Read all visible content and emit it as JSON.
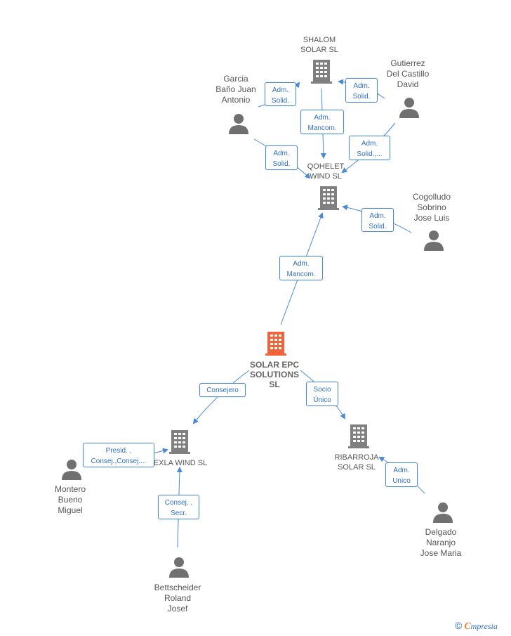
{
  "nodes": {
    "shalom": {
      "label": "SHALOM\nSOLAR SL"
    },
    "garcia": {
      "label": "Garcia\nBaño Juan\nAntonio"
    },
    "gutierrez": {
      "label": "Gutierrez\nDel Castillo\nDavid"
    },
    "qohelet": {
      "label": "QOHELET\nWIND  SL"
    },
    "cogolludo": {
      "label": "Cogolludo\nSobrino\nJose Luis"
    },
    "solar_epc": {
      "label": "SOLAR EPC\nSOLUTIONS\nSL"
    },
    "exla": {
      "label": "EXLA WIND SL"
    },
    "ribarroja": {
      "label": "RIBARROJA\nSOLAR SL"
    },
    "montero": {
      "label": "Montero\nBueno\nMiguel"
    },
    "delgado": {
      "label": "Delgado\nNaranjo\nJose Maria"
    },
    "bettscheider": {
      "label": "Bettscheider\nRoland\nJosef"
    }
  },
  "relations": {
    "garcia_shalom": "Adm.\nSolid.",
    "gutierrez_shalom": "Adm.\nSolid.",
    "shalom_qohelet": "Adm.\nMancom.",
    "garcia_qohelet": "Adm.\nSolid.",
    "gutierrez_qohelet": "Adm.\nSolid.,...",
    "cogolludo_qohelet": "Adm.\nSolid.",
    "solar_qohelet": "Adm.\nMancom.",
    "solar_exla": "Consejero",
    "solar_ribarroja": "Socio\nÚnico",
    "montero_exla": "Presid. ,\nConsej.,Consej....",
    "delgado_ribarroja": "Adm.\nUnico",
    "bettscheider_exla": "Consej. ,\nSecr."
  },
  "colors": {
    "accent": "#4a89d4",
    "main_company": "#f0643c",
    "company": "#808080",
    "person": "#707070"
  },
  "brand": {
    "copyright": "©",
    "initial": "C",
    "name": "mpresia"
  }
}
